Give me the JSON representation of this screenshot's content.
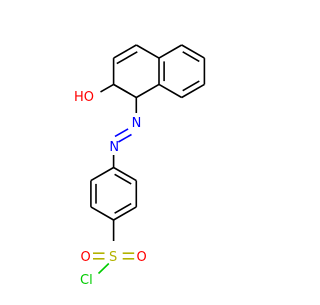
{
  "molecule": {
    "atom_labels": {
      "hydroxyl": "HO",
      "azo_n1": "N",
      "azo_n2": "N",
      "sulfur": "S",
      "oxygen_left": "O",
      "oxygen_right": "O",
      "chlorine": "Cl"
    },
    "colors": {
      "bond": "#000000",
      "oxygen": "#ff0000",
      "nitrogen": "#0000ff",
      "sulfur": "#b2b200",
      "chlorine": "#00cc00"
    }
  }
}
